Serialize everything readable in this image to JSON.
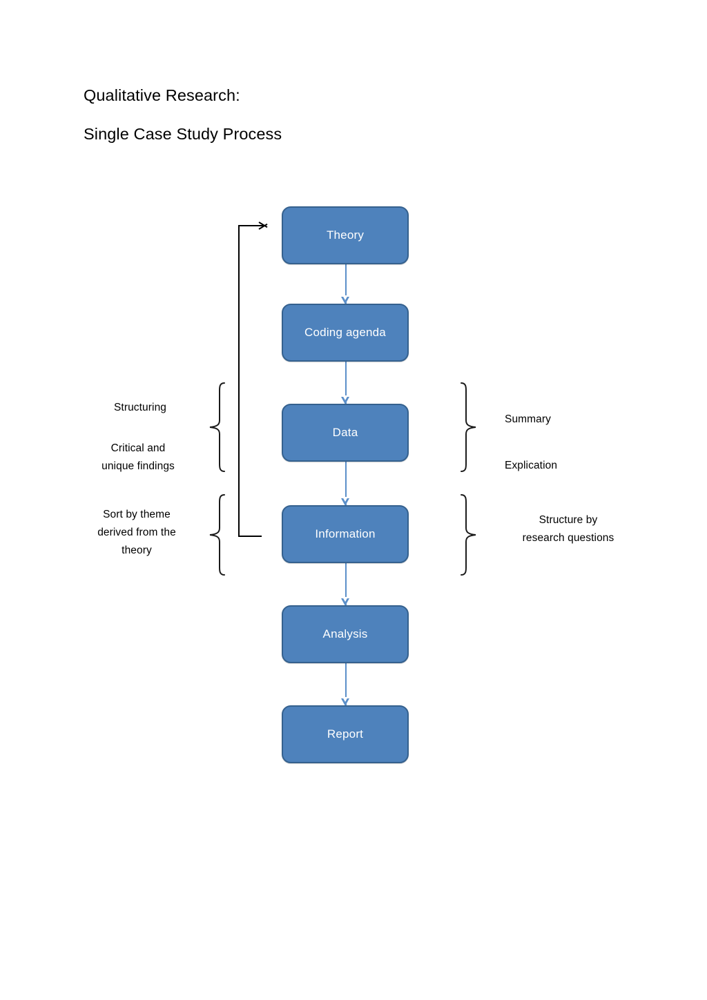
{
  "title": {
    "line1": "Qualitative Research:",
    "line2": "Single Case Study Process"
  },
  "colors": {
    "box_fill": "#4E82BC",
    "box_border": "#35618E",
    "box_text": "#FFFFFF",
    "connector": "#5B8FC9",
    "loop_arrow": "#000000",
    "brace": "#1A1A1A",
    "background": "#FFFFFF"
  },
  "flow": {
    "nodes": [
      {
        "id": "theory",
        "label": "Theory"
      },
      {
        "id": "coding",
        "label": "Coding agenda"
      },
      {
        "id": "data",
        "label": "Data"
      },
      {
        "id": "information",
        "label": "Information"
      },
      {
        "id": "analysis",
        "label": "Analysis"
      },
      {
        "id": "report",
        "label": "Report"
      }
    ],
    "connectors": [
      {
        "from": "theory",
        "to": "coding",
        "style": "arrow-down",
        "color": "#5B8FC9"
      },
      {
        "from": "coding",
        "to": "data",
        "style": "arrow-down",
        "color": "#5B8FC9"
      },
      {
        "from": "data",
        "to": "information",
        "style": "arrow-down",
        "color": "#5B8FC9"
      },
      {
        "from": "information",
        "to": "analysis",
        "style": "arrow-down",
        "color": "#5B8FC9"
      },
      {
        "from": "analysis",
        "to": "report",
        "style": "arrow-down",
        "color": "#5B8FC9"
      }
    ],
    "feedback_loop": {
      "from": "information",
      "to": "theory",
      "direction": "left-side-upward",
      "color": "#000000"
    }
  },
  "annotations": {
    "left": [
      {
        "id": "structuring",
        "lines": [
          "Structuring"
        ],
        "brace": "right-facing",
        "spans": [
          "data"
        ]
      },
      {
        "id": "critical-unique-findings",
        "lines": [
          "Critical and",
          "unique findings"
        ],
        "brace": "right-facing",
        "spans": [
          "data"
        ]
      },
      {
        "id": "sort-by-theme",
        "lines": [
          "Sort by theme",
          "derived from the",
          "theory"
        ],
        "brace": "right-facing",
        "spans": [
          "information"
        ]
      }
    ],
    "right": [
      {
        "id": "summary",
        "lines": [
          "Summary"
        ],
        "brace": "left-facing",
        "spans": [
          "data"
        ]
      },
      {
        "id": "explication",
        "lines": [
          "Explication"
        ],
        "brace": "left-facing",
        "spans": [
          "data"
        ]
      },
      {
        "id": "structure-by-research-questions",
        "lines": [
          "Structure by",
          "research questions"
        ],
        "brace": "left-facing",
        "spans": [
          "information"
        ]
      }
    ]
  }
}
